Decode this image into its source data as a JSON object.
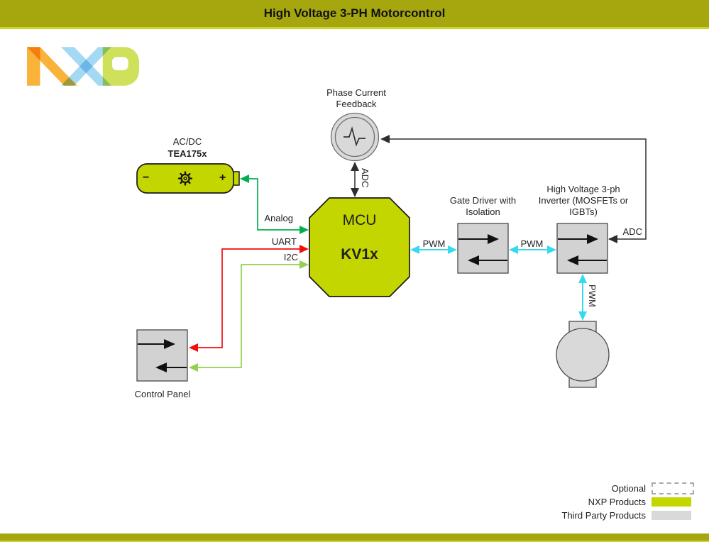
{
  "title": "High Voltage 3-PH Motorcontrol",
  "logo": {
    "name": "NXP"
  },
  "colors": {
    "banner": "#a6a70f",
    "banner_edge": "#ccd42e",
    "nxp_green": "#c4d600",
    "block_border": "#1a1a1a",
    "gray_fill": "#d2d2d2",
    "gray_fill_light": "#d9d9d9",
    "gray_border": "#4a4a4a",
    "ink": "#1f1f1f",
    "line_black": "#2e2e2e",
    "red": "#f20d0d",
    "green": "#00b050",
    "light_green": "#92d050",
    "cyan": "#38d9f0",
    "legend_gray": "#d9d9d9"
  },
  "nodes": {
    "phase_feedback": {
      "label_line1": "Phase Current",
      "label_line2": "Feedback"
    },
    "acdc": {
      "title": "AC/DC",
      "part": "TEA175x",
      "minus": "−",
      "plus": "+"
    },
    "mcu": {
      "title": "MCU",
      "part": "KV1x"
    },
    "gate_driver": {
      "label_line1": "Gate Driver with",
      "label_line2": "Isolation"
    },
    "inverter": {
      "label_line1": "High Voltage 3-ph",
      "label_line2": "Inverter (MOSFETs or",
      "label_line3": "IGBTs)"
    },
    "control_panel": {
      "label": "Control Panel"
    }
  },
  "connections": {
    "analog": "Analog",
    "uart": "UART",
    "i2c": "I2C",
    "pwm_mcu_gd": "PWM",
    "pwm_gd_inv": "PWM",
    "pwm_inv_motor": "PWM",
    "adc_mcu": "ADC",
    "adc_inverter": "ADC"
  },
  "legend": {
    "items": [
      {
        "label": "Optional",
        "style": "optional"
      },
      {
        "label": "NXP Products",
        "style": "nxp"
      },
      {
        "label": "Third Party Products",
        "style": "third"
      }
    ]
  }
}
